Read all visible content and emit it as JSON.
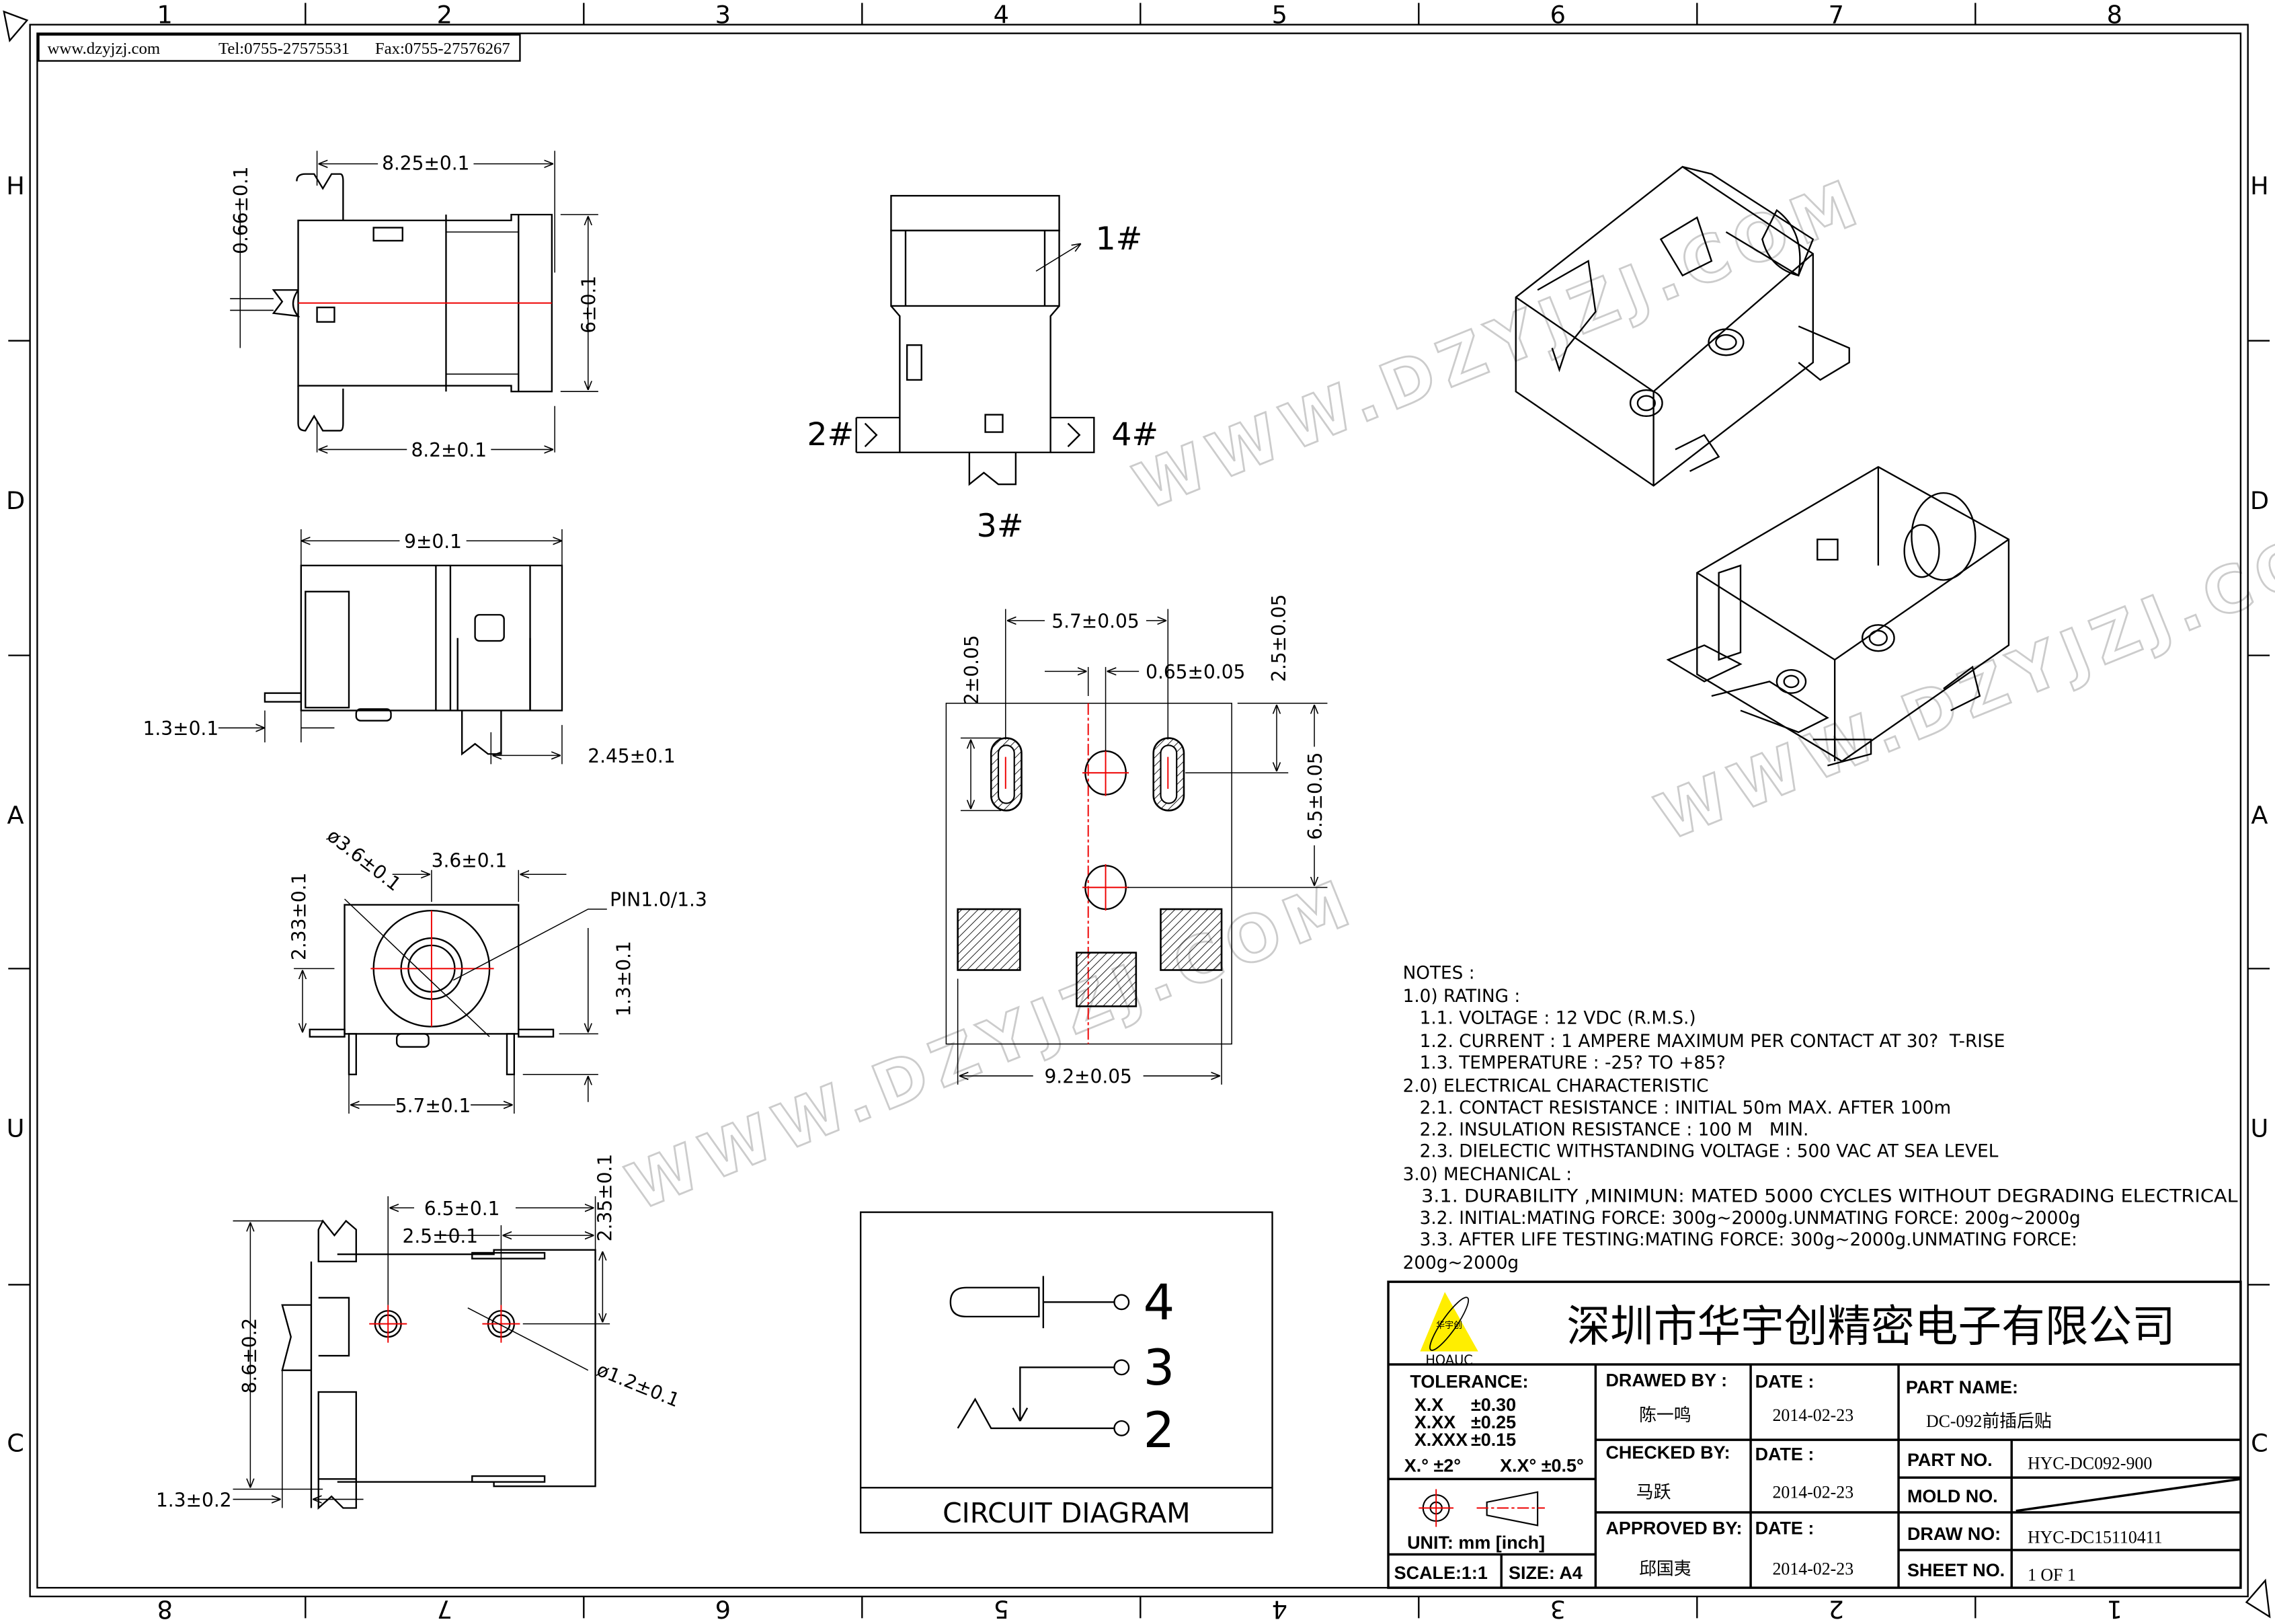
{
  "header": {
    "website": "www.dzyjzj.com",
    "tel": "Tel:0755-27575531",
    "fax": "Fax:0755-27576267"
  },
  "zones": {
    "columns": [
      "1",
      "2",
      "3",
      "4",
      "5",
      "6",
      "7",
      "8"
    ],
    "rows": [
      "H",
      "D",
      "A",
      "U",
      "C"
    ]
  },
  "watermark": "WWW.DZYJZJ.COM",
  "views": {
    "top_view": {
      "width_top": "8.25±0.1",
      "width_bottom": "8.2±0.1",
      "height": "6±0.1",
      "pin_offset": "0.66±0.1"
    },
    "side_view": {
      "length": "9±0.1",
      "tab": "1.3±0.1",
      "pin": "2.45±0.1"
    },
    "front_view": {
      "diameter": "ø3.6±0.1",
      "width": "3.6±0.1",
      "pin_label": "PIN1.0/1.3",
      "center_height": "2.33±0.1",
      "pin_height": "1.3±0.1",
      "pin_span": "5.7±0.1"
    },
    "bottom_view": {
      "hole_span": "6.5±0.1",
      "hole_offset": "2.5±0.1",
      "edge_offset": "2.35±0.1",
      "length": "8.6±0.2",
      "tab": "1.3±0.2",
      "hole_diameter": "ø1.2±0.1"
    },
    "pin_view": {
      "pin1": "1#",
      "pin2": "2#",
      "pin3": "3#",
      "pin4": "4#"
    },
    "footprint": {
      "slot_span": "5.7±0.05",
      "offset": "0.65±0.05",
      "slot_length": "2±0.05",
      "slot_row": "2.5±0.05",
      "hole_row": "6.5±0.05",
      "pad_span": "9.2±0.05"
    }
  },
  "circuit": {
    "title": "CIRCUIT DIAGRAM",
    "pins": [
      "4",
      "3",
      "2"
    ]
  },
  "notes": {
    "title": "NOTES :",
    "lines": [
      "1.0) RATING :",
      "   1.1. VOLTAGE : 12 VDC (R.M.S.)",
      "   1.2. CURRENT : 1 AMPERE MAXIMUM PER CONTACT AT 30?  T-RISE",
      "   1.3. TEMPERATURE : -25? TO +85?",
      "2.0) ELECTRICAL CHARACTERISTIC",
      "   2.1. CONTACT RESISTANCE : INITIAL 50m MAX. AFTER 100m",
      "   2.2. INSULATION RESISTANCE : 100 M   MIN.",
      "   2.3. DIELECTIC WITHSTANDING VOLTAGE : 500 VAC AT SEA LEVEL",
      "3.0) MECHANICAL :",
      "   3.1. DURABILITY ,MINIMUN: MATED 5000 CYCLES WITHOUT DEGRADING ELECTRICAL",
      "   3.2. INITIAL:MATING FORCE: 300g~2000g.UNMATING FORCE: 200g~2000g",
      "   3.3. AFTER LIFE TESTING:MATING FORCE: 300g~2000g.UNMATING FORCE:",
      "200g~2000g"
    ]
  },
  "title_block": {
    "logo_text": "HOAUC",
    "logo_cn": "华宇创",
    "company": "深圳市华宇创精密电子有限公司",
    "tolerance_label": "TOLERANCE:",
    "tolerances": [
      [
        "X.X",
        "±0.30"
      ],
      [
        "X.XX",
        "±0.25"
      ],
      [
        "X.XXX",
        "±0.15"
      ]
    ],
    "angle_tol": [
      "X.° ±2°",
      "X.X° ±0.5°"
    ],
    "unit": "UNIT:  mm  [inch]",
    "scale": "SCALE:1:1",
    "size": "SIZE:  A4",
    "drawed_by_label": "DRAWED BY :",
    "drawed_by": "陈一鸣",
    "checked_by_label": "CHECKED BY:",
    "checked_by": "马跃",
    "approved_by_label": "APPROVED BY:",
    "approved_by": "邱国夷",
    "date_label": "DATE :",
    "dates": [
      "2014-02-23",
      "2014-02-23",
      "2014-02-23"
    ],
    "part_name_label": "PART NAME:",
    "part_name": "DC-092前插后贴",
    "part_no_label": "PART NO.",
    "part_no": "HYC-DC092-900",
    "mold_no_label": "MOLD NO.",
    "draw_no_label": "DRAW NO:",
    "draw_no": "HYC-DC15110411",
    "sheet_no_label": "SHEET NO.",
    "sheet_no": "1 OF 1"
  },
  "colors": {
    "centerline": "#e00000",
    "logo": "#ffee00"
  }
}
